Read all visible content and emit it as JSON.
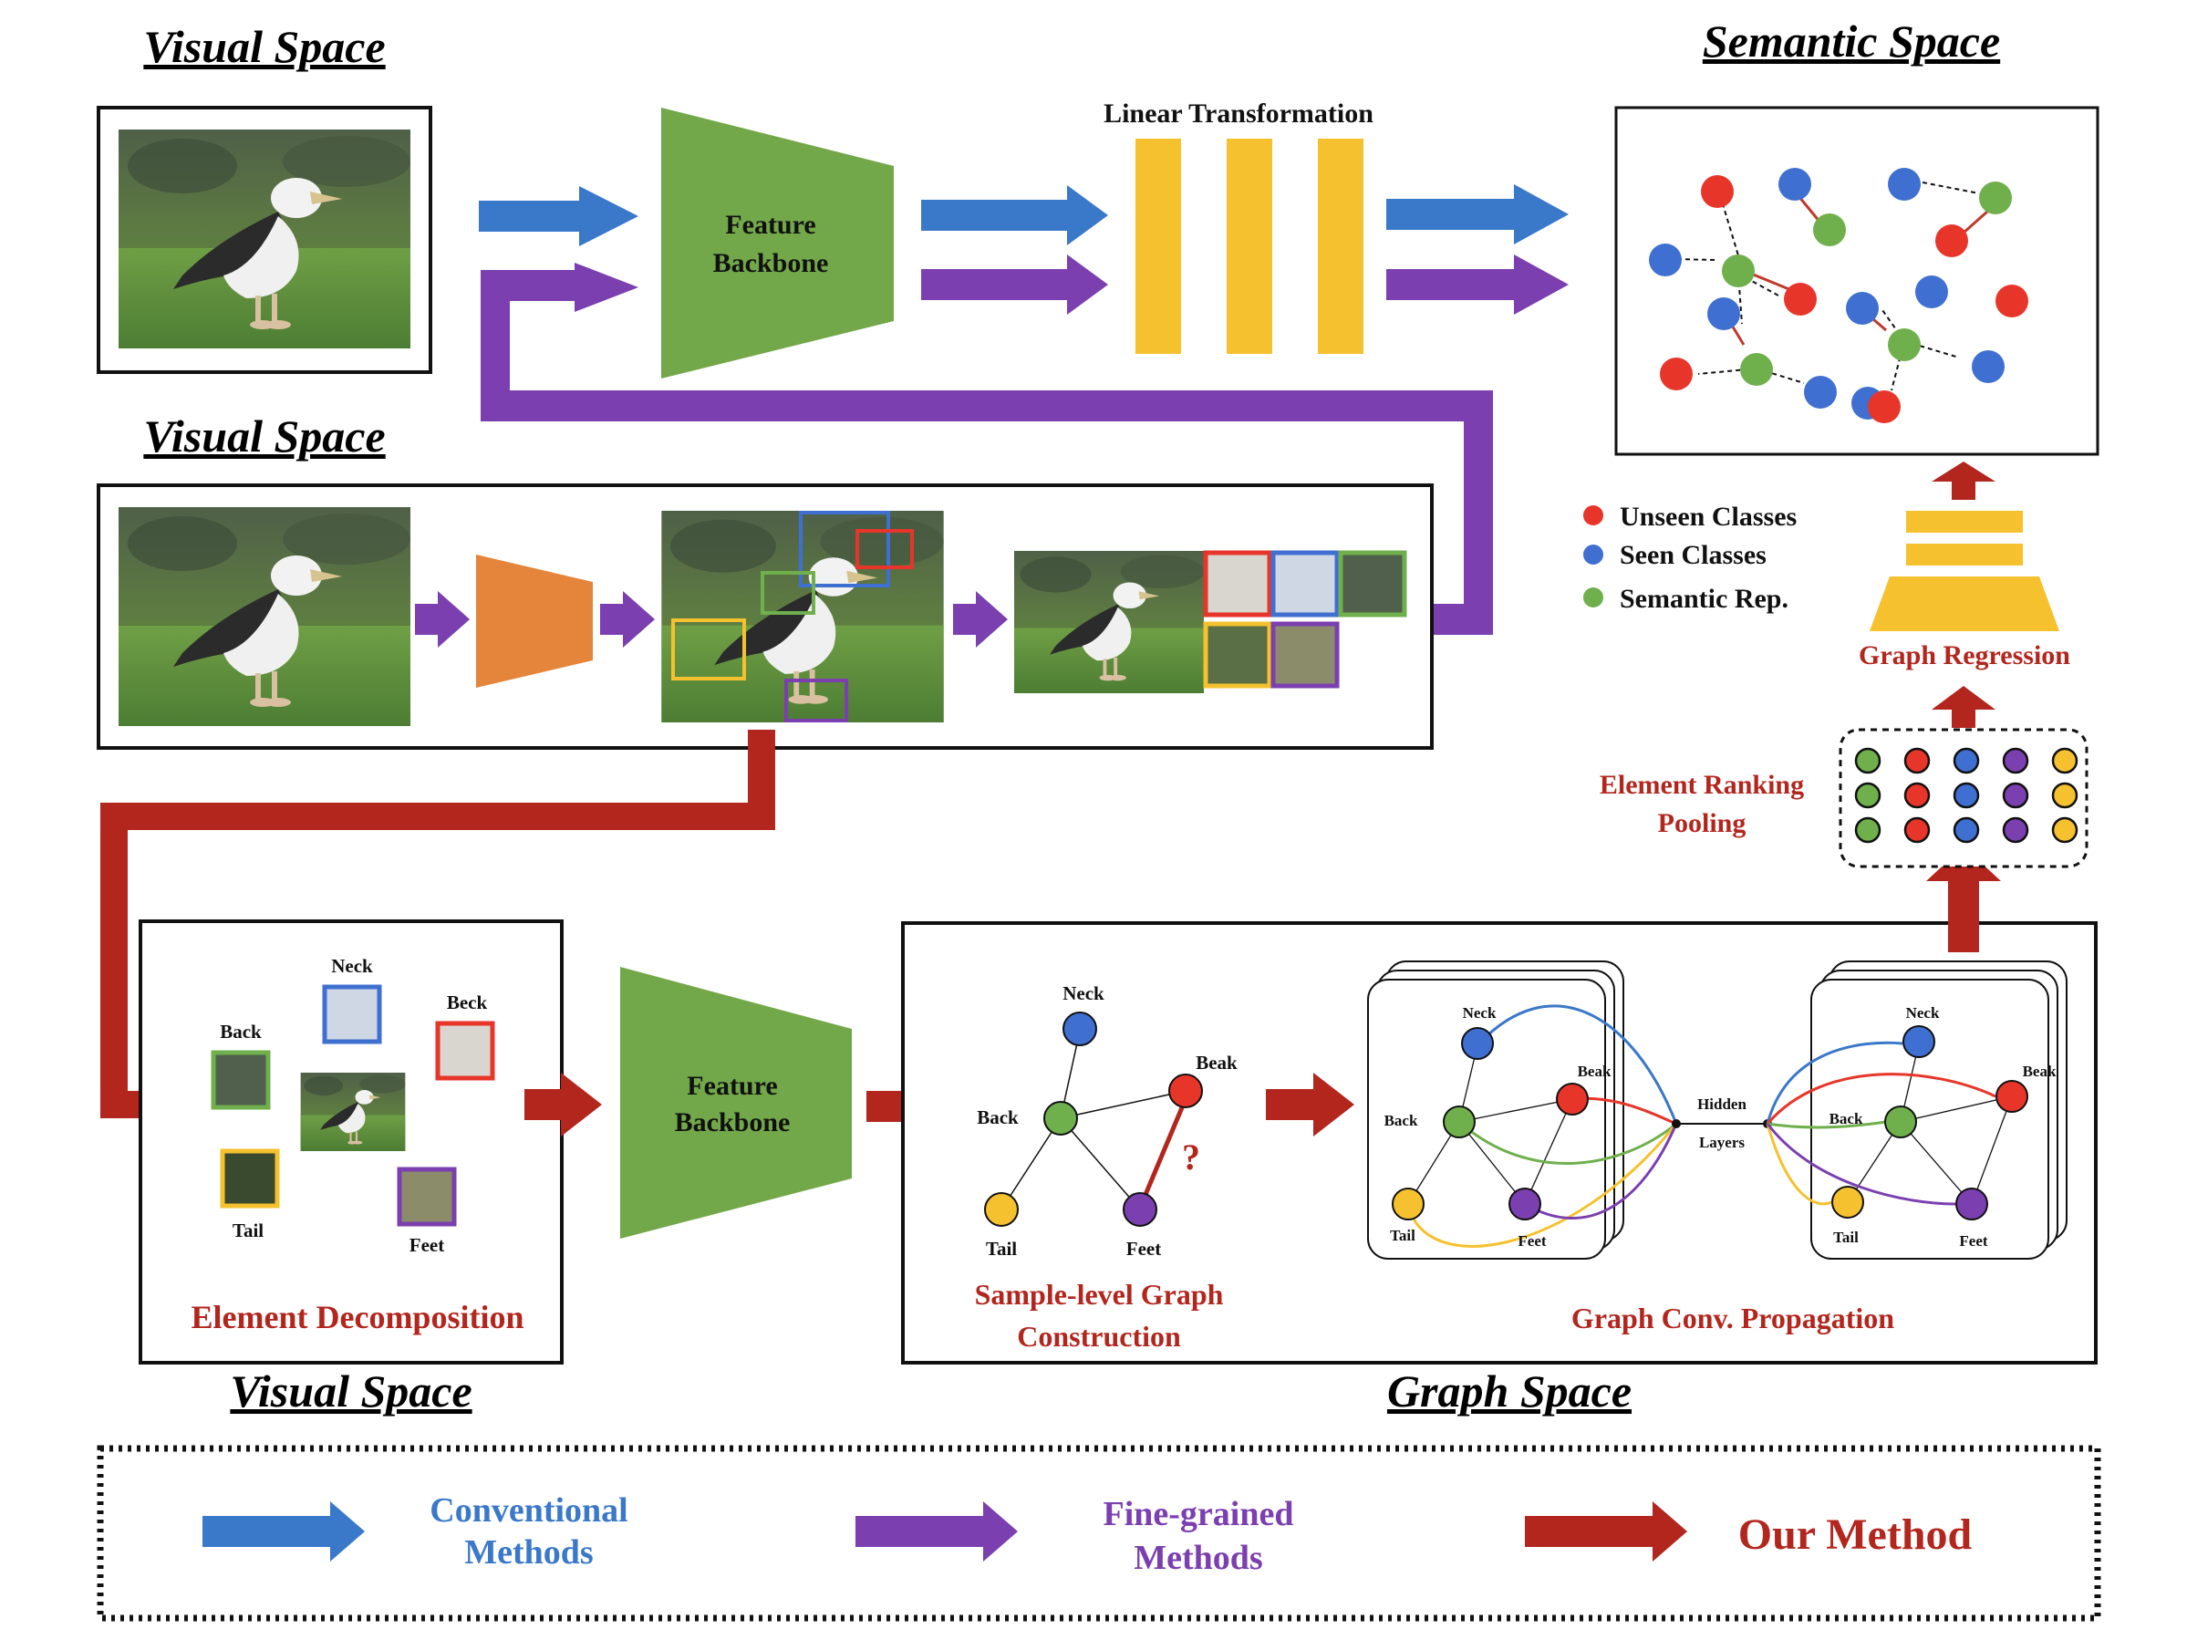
{
  "titles": {
    "visual_space_top": "Visual Space",
    "visual_space_mid": "Visual Space",
    "visual_space_bottom": "Visual Space",
    "semantic_space": "Semantic Space",
    "graph_space": "Graph Space"
  },
  "blocks": {
    "feature_backbone_top": [
      "Feature",
      "Backbone"
    ],
    "feature_backbone_bottom": [
      "Feature",
      "Backbone"
    ],
    "linear_transformation": "Linear Transformation",
    "element_decomposition": "Element Decomposition",
    "sample_graph": [
      "Sample-level Graph",
      "Construction"
    ],
    "graph_conv": "Graph Conv. Propagation",
    "element_ranking": [
      "Element Ranking",
      "Pooling"
    ],
    "graph_regression": "Graph  Regression",
    "hidden_layers": [
      "Hidden",
      "Layers"
    ]
  },
  "parts": {
    "neck": "Neck",
    "beck": "Beck",
    "back": "Back",
    "tail": "Tail",
    "feet": "Feet",
    "beak": "Beak",
    "question": "?"
  },
  "legend": {
    "unseen": "Unseen Classes",
    "seen": "Seen Classes",
    "semantic": "Semantic Rep."
  },
  "method_key": {
    "conventional": [
      "Conventional",
      "Methods"
    ],
    "fine_grained": [
      "Fine-grained",
      "Methods"
    ],
    "ours": "Our Method"
  },
  "colors": {
    "blue": "#3a78c9",
    "purple": "#7b3fb0",
    "red": "#b3261e",
    "green_trap": "#72a84a",
    "orange_trap": "#e5843b",
    "yellow": "#f5c12e",
    "node_red": "#e8352a",
    "node_blue": "#3f6fd1",
    "node_green": "#6fb04c"
  }
}
